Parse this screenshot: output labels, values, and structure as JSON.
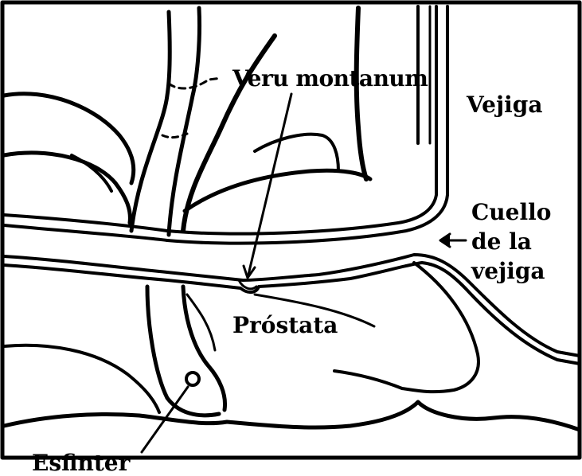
{
  "labels": {
    "veru_montanum": "Veru montanum",
    "vejiga": "Vejiga",
    "cuello_line1": "Cuello",
    "cuello_line2": "de la",
    "cuello_line3": "vejiga",
    "prostata": "Próstata",
    "esfinter": "Esfinter"
  },
  "colors": {
    "ink": "#000000",
    "background": "#ffffff"
  }
}
